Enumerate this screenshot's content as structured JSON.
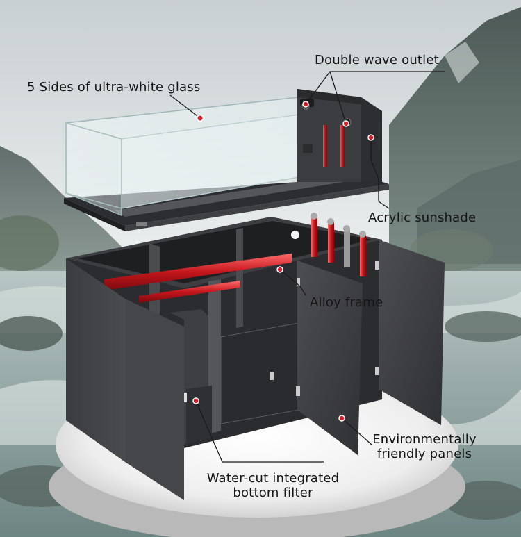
{
  "annotations": {
    "glass": "5 Sides of ultra-white glass",
    "outlet": "Double wave outlet",
    "sunshade": "Acrylic sunshade",
    "frame": "Alloy frame",
    "panels_line1": "Environmentally",
    "panels_line2": "friendly panels",
    "filter_line1": "Water-cut integrated",
    "filter_line2": "bottom filter"
  },
  "colors": {
    "accent": "#d81e2c",
    "pipe": "#c4161c",
    "cabinet": "#3a3b3e",
    "text": "#151515"
  }
}
